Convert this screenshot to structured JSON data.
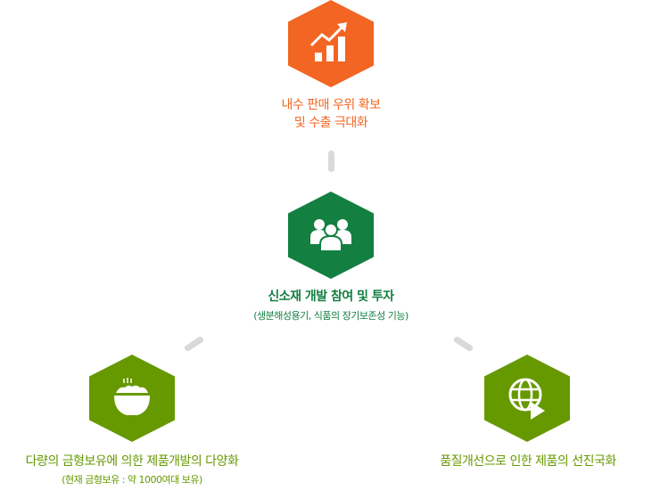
{
  "colors": {
    "orange": "#f26522",
    "dark_green": "#137f41",
    "lime_green": "#669900",
    "connector": "#d9d9d9"
  },
  "nodes": [
    {
      "icon": "growth-chart-icon",
      "title_line1": "내수 판매 우위 확보",
      "title_line2": "및 수출 극대화"
    },
    {
      "icon": "people-group-icon",
      "title": "신소재 개발 참여 및 투자",
      "subtitle": "(생분해성용기, 식품의 장기보존성 기능)"
    },
    {
      "icon": "rice-bowl-icon",
      "title": "다량의 금형보유에 의한 제품개발의 다양화",
      "subtitle": "(현재 금형보유 : 약 1000여대 보유)"
    },
    {
      "icon": "globe-arrow-icon",
      "title": "품질개선으로 인한 제품의 선진국화"
    }
  ]
}
